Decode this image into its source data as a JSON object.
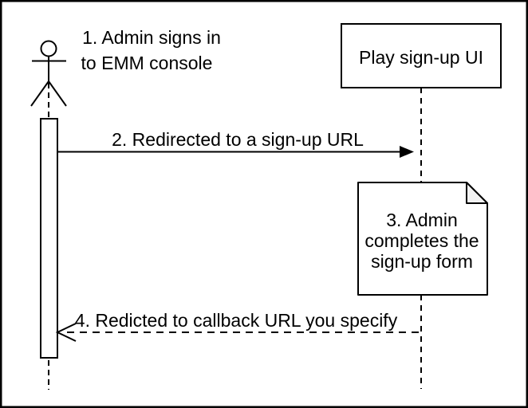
{
  "diagram": {
    "type": "sequence-diagram",
    "colors": {
      "background": "#ffffff",
      "stroke": "#000000",
      "text": "#000000",
      "note_fold": "#f2f2f2"
    },
    "actor": {
      "label_line1": "1. Admin signs in",
      "label_line2": "to EMM console"
    },
    "participant": {
      "label": "Play sign-up UI"
    },
    "messages": [
      {
        "step": 2,
        "label": "2. Redirected to a sign-up URL",
        "style": "solid",
        "direction": "right",
        "arrowhead": "filled"
      },
      {
        "step": 4,
        "label": "4. Redicted to callback URL you specify",
        "style": "dashed",
        "direction": "left",
        "arrowhead": "open"
      }
    ],
    "note": {
      "line1": "3. Admin",
      "line2": "completes the",
      "line3": "sign-up form"
    }
  }
}
